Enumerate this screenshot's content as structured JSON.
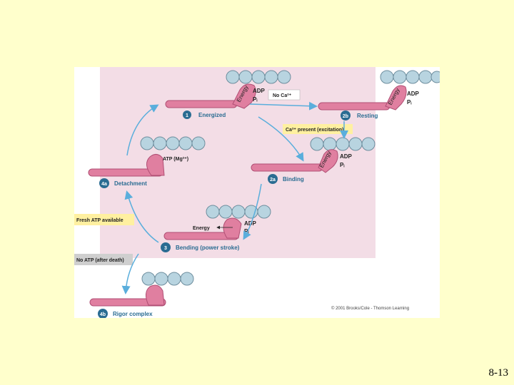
{
  "slide": {
    "page_number": "8-13"
  },
  "colors": {
    "slide_bg": "#ffffcc",
    "panel_pink": "#f3dde6",
    "actin": "#b8d4e0",
    "actin_stroke": "#6e8e9e",
    "myosin": "#e07fa0",
    "myosin_stroke": "#b04f74",
    "arrow": "#5aaedc",
    "step_circle": "#2a6c92",
    "step_text": "#2a6c92",
    "yellow_box": "#fff0a0",
    "gray_box": "#cfcfcf"
  },
  "steps": {
    "s1": {
      "number": "1",
      "label": "Energized"
    },
    "s2b": {
      "number": "2b",
      "label": "Resting"
    },
    "s2a": {
      "number": "2a",
      "label": "Binding"
    },
    "s3": {
      "number": "3",
      "label": "Bending (power stroke)"
    },
    "s4a": {
      "number": "4a",
      "label": "Detachment"
    },
    "s4b": {
      "number": "4b",
      "label": "Rigor complex"
    }
  },
  "conditions": {
    "no_ca": "No Ca²⁺",
    "ca_present": "Ca²⁺ present (excitation)",
    "fresh_atp": "Fresh ATP available",
    "no_atp": "No ATP (after death)"
  },
  "labels": {
    "energy": "Energy",
    "adp": "ADP",
    "pi": "Pᵢ",
    "atp_mg": "ATP (Mg²⁺)"
  },
  "copyright": "© 2001 Brooks/Cole - Thomson Learning"
}
